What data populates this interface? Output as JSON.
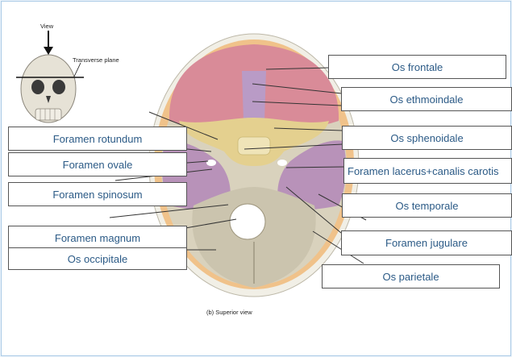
{
  "captions": {
    "view": "View",
    "transverse_plane": "Transverse plane",
    "superior_view": "(b) Superior view"
  },
  "labels": {
    "os_frontale": "Os frontale",
    "os_ethmoindale": "Os ethmoindale",
    "os_sphenoidale": "Os sphenoidale",
    "foramen_lacerus": "Foramen lacerus+canalis carotis",
    "os_temporale": "Os temporale",
    "foramen_jugulare": "Foramen jugulare",
    "os_parietale": "Os parietale",
    "foramen_rotundum": "Foramen rotundum",
    "foramen_ovale": "Foramen ovale",
    "foramen_spinosum": "Foramen spinosum",
    "foramen_magnum": "Foramen magnum",
    "os_occipitale": "Os occipitale"
  }
}
